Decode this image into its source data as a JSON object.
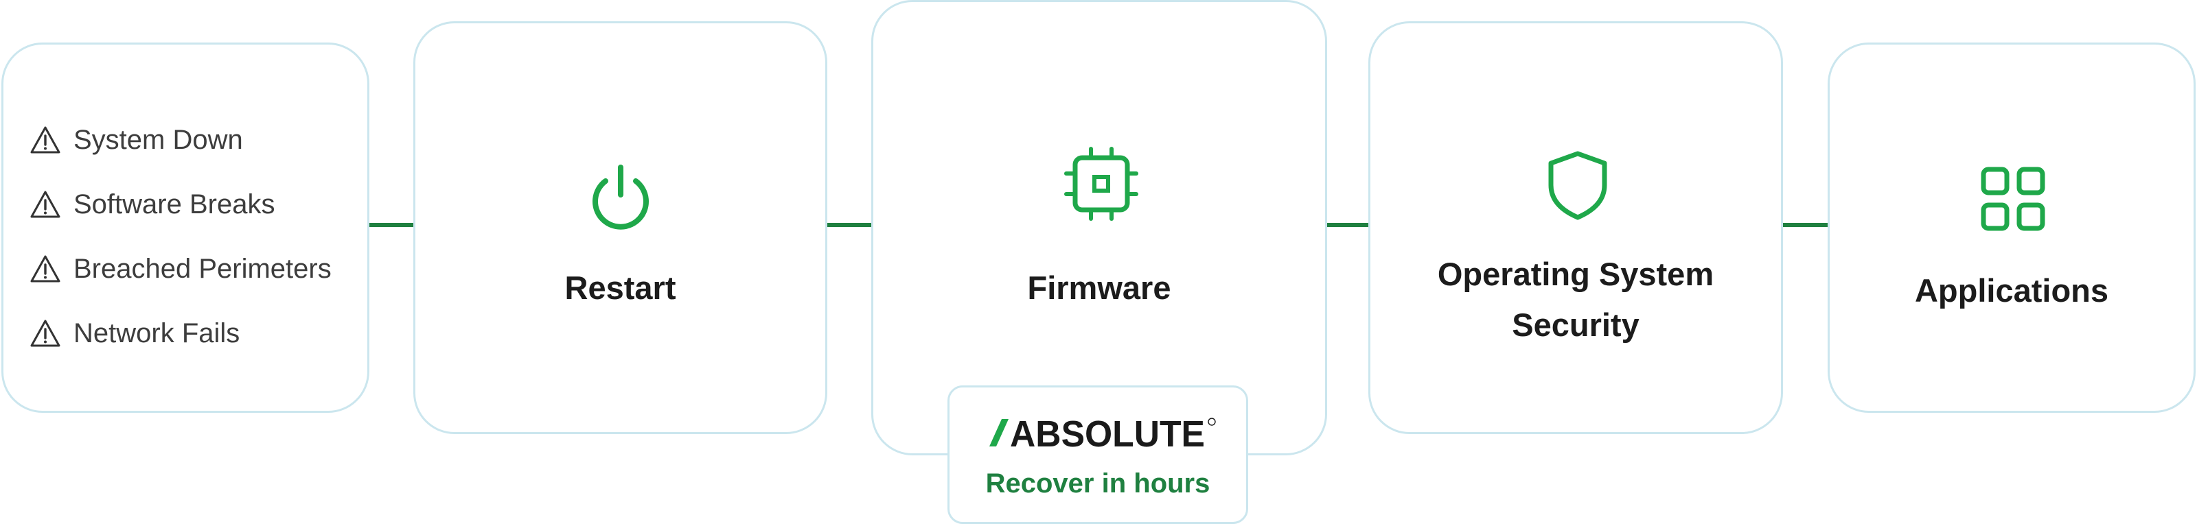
{
  "issues": [
    {
      "label": "System Down",
      "icon": "warning-icon"
    },
    {
      "label": "Software Breaks",
      "icon": "warning-icon"
    },
    {
      "label": "Breached Perimeters",
      "icon": "warning-icon"
    },
    {
      "label": "Network Fails",
      "icon": "warning-icon"
    }
  ],
  "steps": {
    "restart": {
      "title": "Restart",
      "icon": "power-icon"
    },
    "firmware": {
      "title": "Firmware",
      "icon": "chip-icon"
    },
    "os_security": {
      "title_line1": "Operating System",
      "title_line2": "Security",
      "icon": "shield-icon"
    },
    "applications": {
      "title": "Applications",
      "icon": "apps-grid-icon"
    }
  },
  "badge": {
    "logo_text": "ABSOLUTE",
    "tagline": "Recover in hours"
  },
  "colors": {
    "accent_green": "#1fa84a",
    "connector_green": "#1f8040",
    "card_border": "#cbe6ee",
    "title_text": "#1c1c1c"
  }
}
